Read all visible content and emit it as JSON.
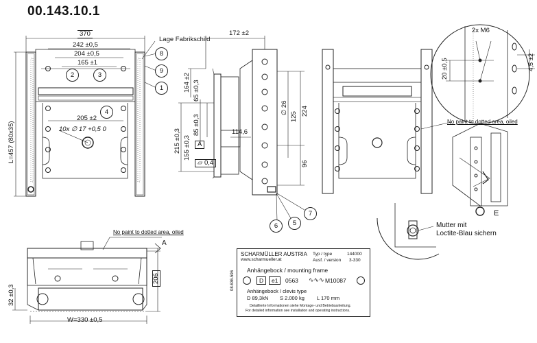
{
  "title": "00.143.10.1",
  "notes": {
    "nameplate_location": "Lage Fabrikschild",
    "no_paint_1": "No paint to dotted area, oiled",
    "no_paint_2": "No paint to dotted area, oiled",
    "detail_screws": "2x M6",
    "detail_letter": "E",
    "nut_note_1": "Mutter mit",
    "nut_note_2": "Loctite-Blau sichern",
    "view_arrow": "A",
    "view_label": "A"
  },
  "dimensions": {
    "d370": "370",
    "d242": "242 ±0,5",
    "d204": "204 ±0,5",
    "d165": "165 ±1",
    "d205": "205 ±2",
    "holes": "10x ∅ 17 +0,5 0",
    "length": "L=457 (80x35)",
    "d172": "172 ±2",
    "d164": "164 ±2",
    "d65": "65 ±0,3",
    "d85": "85 ±0,3",
    "d155": "155 ±0,3",
    "d215": "215 ±0,3",
    "d26": "∅ 26",
    "d125": "125",
    "d224": "224",
    "d114": "114,6",
    "d96": "96",
    "flatness": "0,4",
    "d20": "20 ±0,5",
    "d45": "4,5 ±2",
    "d206": "206",
    "d32": "32 ±0,3",
    "width": "W=330 ±0,5",
    "stamp": "08.636.596"
  },
  "balloons": [
    "1",
    "2",
    "3",
    "4",
    "5",
    "6",
    "7",
    "8",
    "9"
  ],
  "nameplate": {
    "company": "SCHARMÜLLER AUSTRIA",
    "website": "www.scharmueller.at",
    "type_label": "Typ / type",
    "type_value": "144000",
    "version_label": "Ausf. / version",
    "version_value": "3-330",
    "product": "Anhängebock / mounting frame",
    "mark_d": "D",
    "mark_e1": "e1",
    "approval": "0563",
    "serial": "M10087",
    "clevis": "Anhängebock / clevis type",
    "rating_d": "D 89,3kN",
    "rating_s": "S 2.000 kg",
    "rating_l": "L 170 mm",
    "footer_de": "Detaillierte Informationen siehe Montage- und Betriebsanleitung.",
    "footer_en": "For detailed information see installation and operating instructions."
  }
}
